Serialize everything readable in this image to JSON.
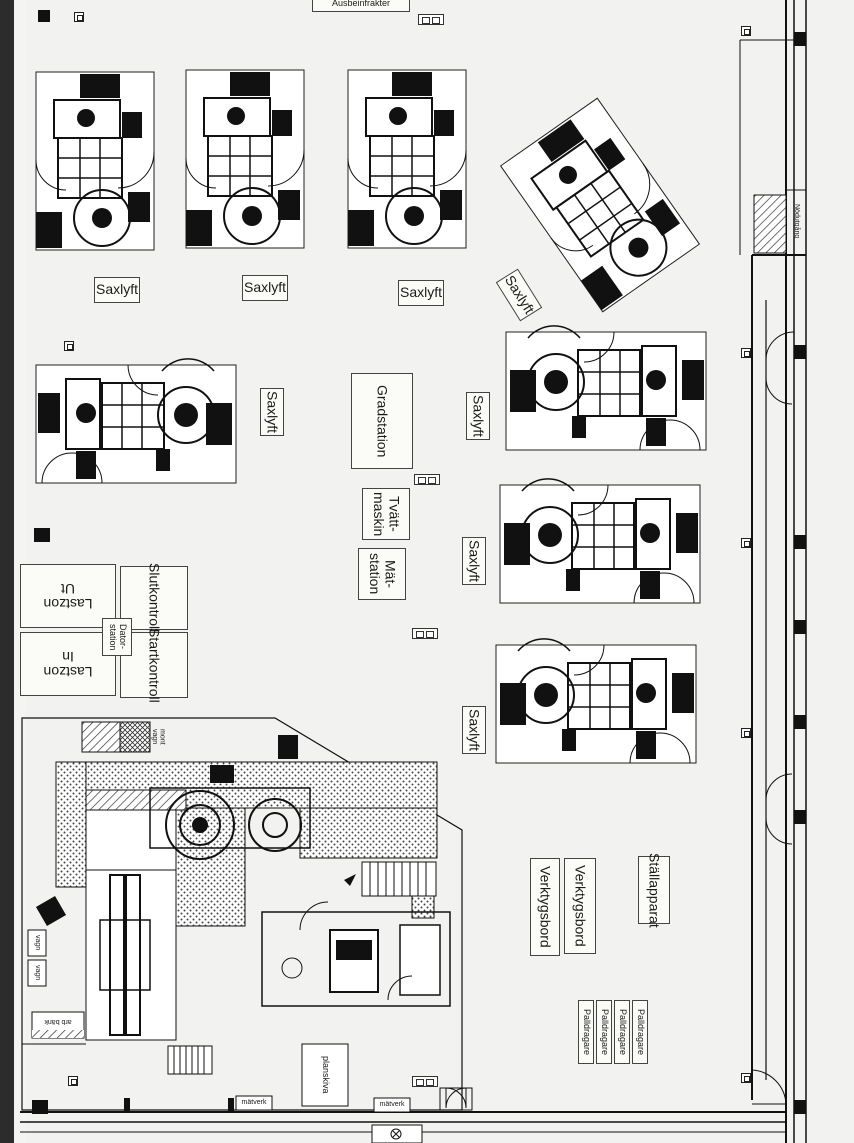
{
  "labels": {
    "ausfuhr": "Ausbeinfrakter",
    "saxlyft": "Saxlyft",
    "gradstation": "Gradstation",
    "tvattmaskin": "Tvätt-\nmaskin",
    "matstation": "Mät-\nstation",
    "lastzon_ut": "Lastzon\nUt",
    "lastzon_in": "Lastzon\nIn",
    "slutkontroll": "Slutkontroll",
    "startkontroll": "Startkontroll",
    "datorstation": "Dator-\nstation",
    "stallapparat": "Ställapparat",
    "verktygsbord": "Verktygsbord",
    "palldragare": "Palldragare",
    "planskiva": "planskiva",
    "arb_bank": "arb bänk",
    "montvagn": "mont\nvagn",
    "vagn": "vagn",
    "matverk": "mätverk",
    "nodutgang": "Nödutgång"
  }
}
